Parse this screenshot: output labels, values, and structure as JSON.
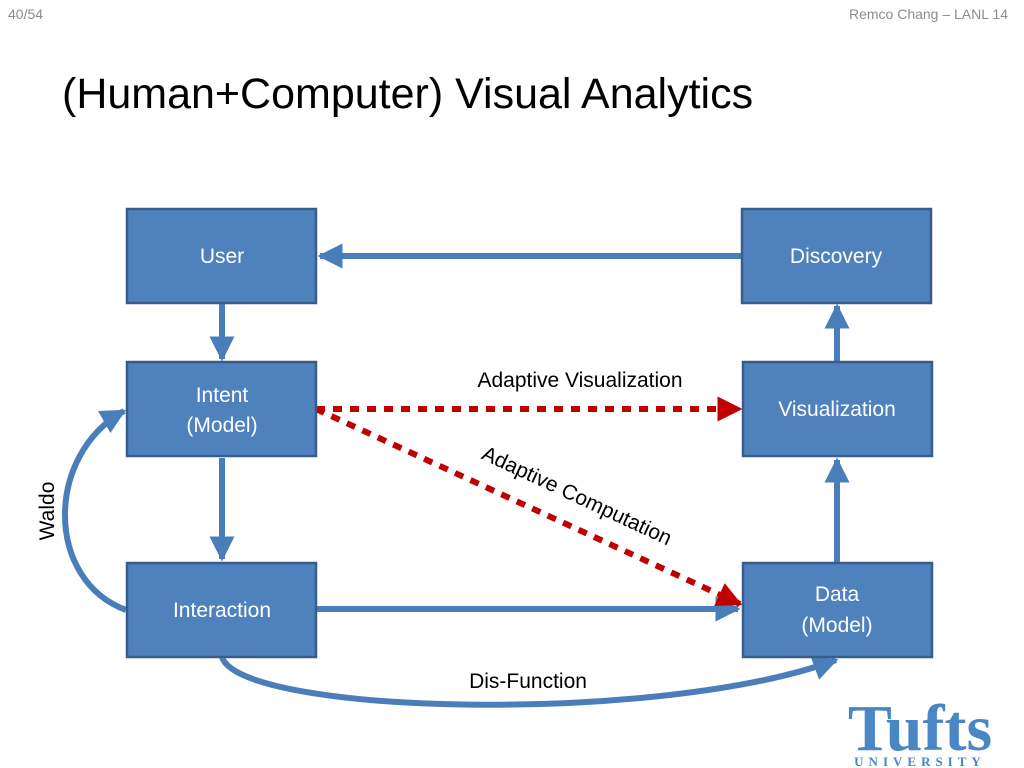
{
  "header": {
    "page_number": "40/54",
    "credit": "Remco Chang – LANL 14"
  },
  "title": "(Human+Computer) Visual Analytics",
  "nodes": {
    "user": [
      "User"
    ],
    "discovery": [
      "Discovery"
    ],
    "intent": [
      "Intent",
      "(Model)"
    ],
    "visualization": [
      "Visualization"
    ],
    "interaction": [
      "Interaction"
    ],
    "data": [
      "Data",
      "(Model)"
    ]
  },
  "edge_labels": {
    "adaptive_visualization": "Adaptive Visualization",
    "adaptive_computation": "Adaptive Computation",
    "waldo": "Waldo",
    "dis_function": "Dis-Function"
  },
  "logo": {
    "name": "Tufts",
    "subtitle": "UNIVERSITY"
  },
  "colors": {
    "node_fill": "#4f81bd",
    "node_border": "#385d8a",
    "solid_arrow": "#4a7ebb",
    "dashed_arrow": "#c00000",
    "logo": "#4a86c5"
  }
}
